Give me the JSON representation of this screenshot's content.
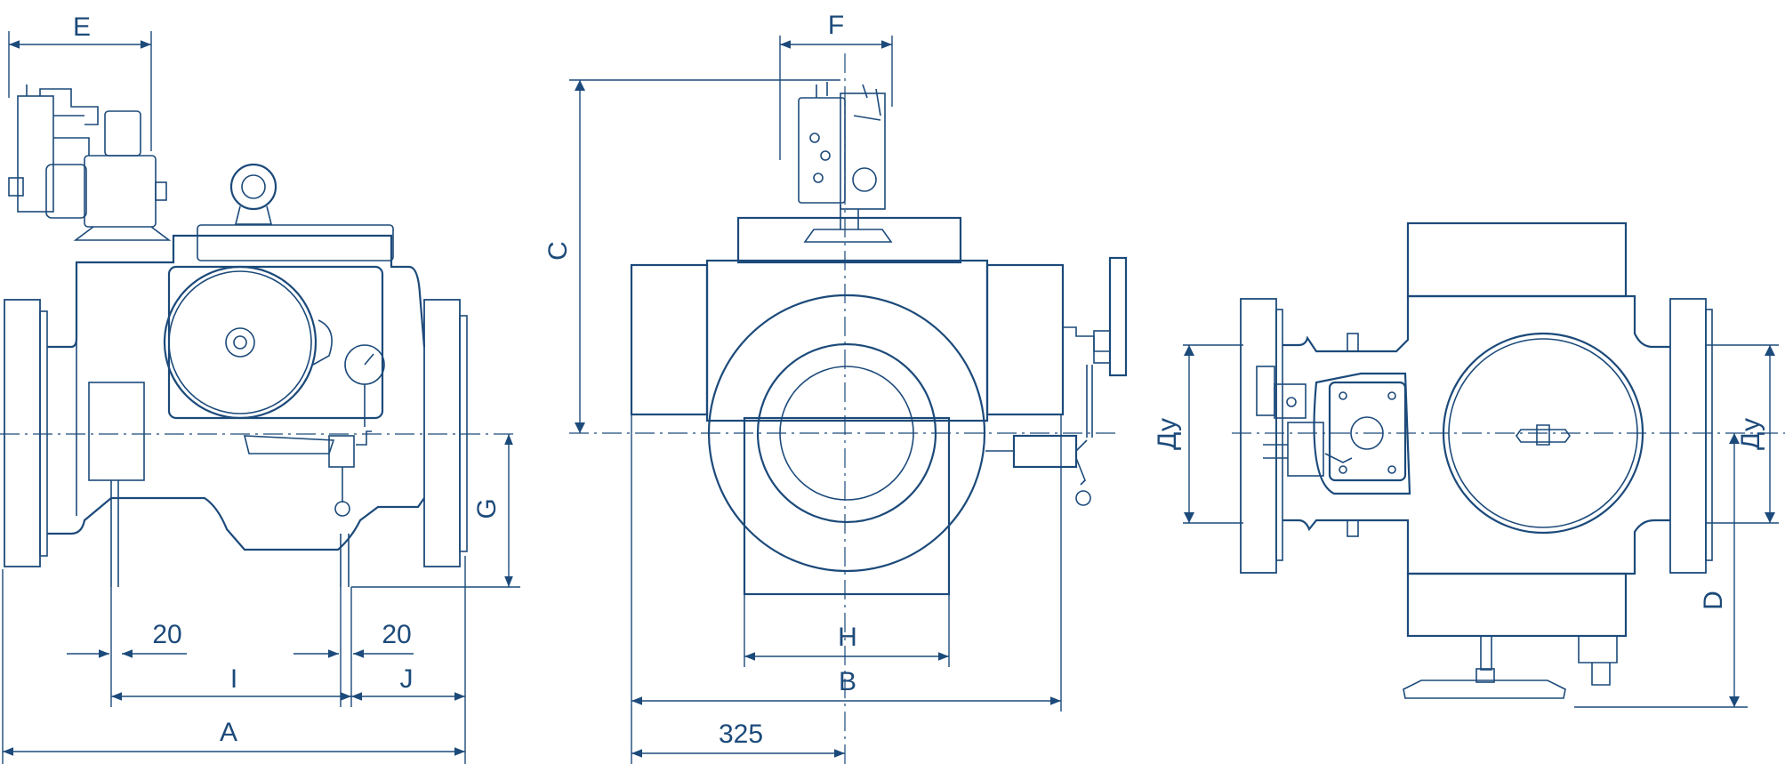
{
  "labels": {
    "E": "E",
    "F": "F",
    "C": "C",
    "G": "G",
    "H": "H",
    "B": "B",
    "A": "A",
    "I": "I",
    "J": "J",
    "D": "D",
    "dim_20_left": "20",
    "dim_20_right": "20",
    "dim_325": "325",
    "du_left": "Ду",
    "du_right": "Ду"
  },
  "colors": {
    "line": "#1c4a7a",
    "background": "#ffffff"
  }
}
